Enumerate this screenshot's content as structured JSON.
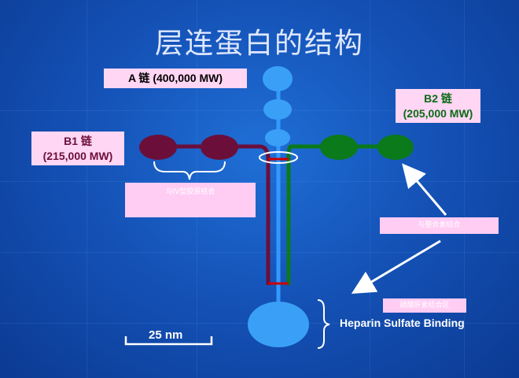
{
  "slide": {
    "title": "层连蛋白的结构",
    "a_chain_label": "A 链 (400,000 MW)",
    "b2_chain_label_line1": "B2 链",
    "b2_chain_label_line2": "(205,000 MW)",
    "b1_chain_label_line1": "B1 链",
    "b1_chain_label_line2": "(215,000 MW)",
    "note_collagen": "与IV型胶原结合",
    "note_integrin": "与整合素结合",
    "note_heparan": "硫酸肝素结合区",
    "heparin_label": "Heparin Sulfate Binding",
    "scale_label": "25 nm"
  },
  "colors": {
    "a_chain": "#3399ff",
    "b1_chain": "#6b0f3a",
    "b2_chain": "#0a7a1a",
    "crosslink": "#cc0000",
    "label_bg": "#ffd6f4"
  }
}
